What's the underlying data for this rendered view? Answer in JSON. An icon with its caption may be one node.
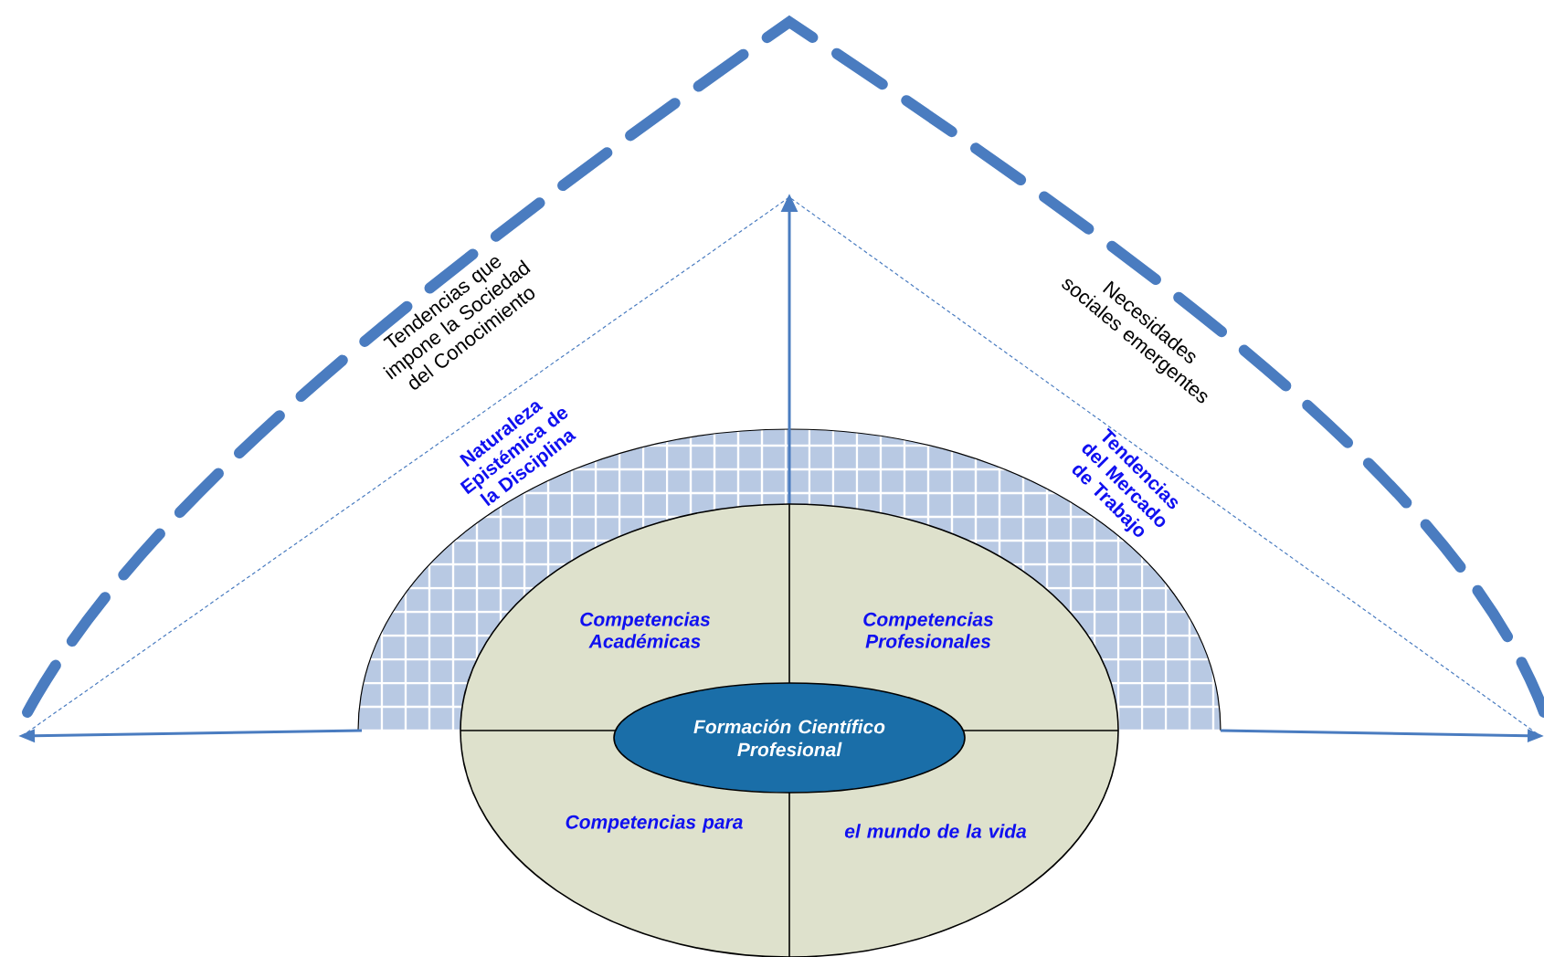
{
  "diagram": {
    "nodes": [
      {
        "text": [
          "Competencias Académicas",
          "Competencias Profesionales",
          "Competencias para",
          "el mundo de la vida"
        ]
      },
      {
        "text": [
          "Formación Científico Profesional"
        ],
        "in": 0
      }
    ],
    "labels": [
      "Tendencias que impone la Sociedad del Conocimiento",
      "Necesidades sociales emergentes",
      "Naturaleza Epistémica de la Disciplina",
      "Tendencias del Mercado de Trabajo"
    ]
  }
}
